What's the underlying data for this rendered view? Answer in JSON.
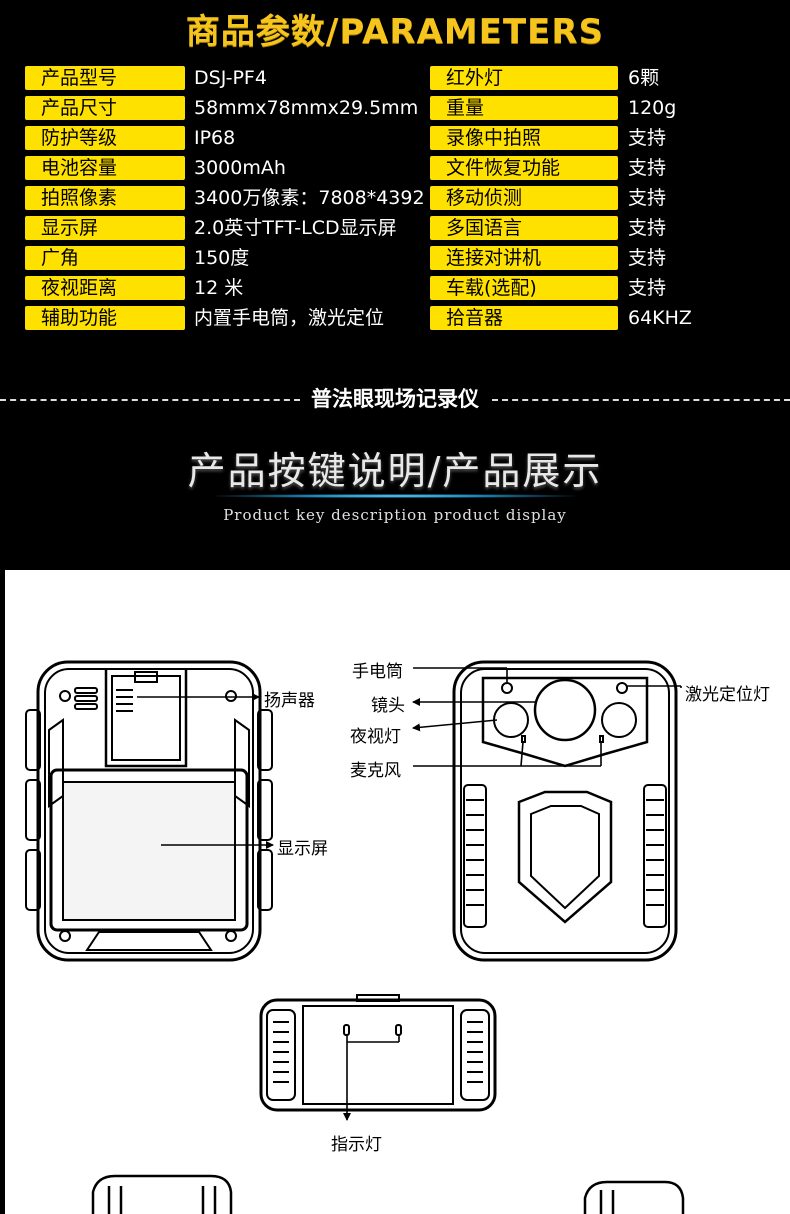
{
  "header": {
    "title": "商品参数/PARAMETERS"
  },
  "specs_left": [
    {
      "label": "产品型号",
      "value": "DSJ-PF4"
    },
    {
      "label": "产品尺寸",
      "value": "58mmx78mmx29.5mm"
    },
    {
      "label": "防护等级",
      "value": "IP68"
    },
    {
      "label": "电池容量",
      "value": "3000mAh"
    },
    {
      "label": "拍照像素",
      "value": "3400万像素：7808*4392"
    },
    {
      "label": "显示屏",
      "value": "2.0英寸TFT-LCD显示屏"
    },
    {
      "label": "广角",
      "value": "150度"
    },
    {
      "label": "夜视距离",
      "value": "12 米"
    },
    {
      "label": "辅助功能",
      "value": "内置手电筒，激光定位"
    }
  ],
  "specs_right": [
    {
      "label": "红外灯",
      "value": "6颗"
    },
    {
      "label": "重量",
      "value": "120g"
    },
    {
      "label": "录像中拍照",
      "value": "支持"
    },
    {
      "label": "文件恢复功能",
      "value": "支持"
    },
    {
      "label": "移动侦测",
      "value": "支持"
    },
    {
      "label": "多国语言",
      "value": "支持"
    },
    {
      "label": "连接对讲机",
      "value": "支持"
    },
    {
      "label": "车载(选配)",
      "value": "支持"
    },
    {
      "label": "拾音器",
      "value": "64KHZ"
    }
  ],
  "divider": {
    "text": "普法眼现场记录仪"
  },
  "section": {
    "title": "产品按键说明/产品展示",
    "subtitle": "Product key description product display"
  },
  "diagram": {
    "back": {
      "speaker": "扬声器",
      "screen": "显示屏"
    },
    "front": {
      "flashlight": "手电筒",
      "lens": "镜头",
      "night_light": "夜视灯",
      "microphone": "麦克风",
      "laser": "激光定位灯"
    },
    "top": {
      "indicator": "指示灯"
    }
  }
}
